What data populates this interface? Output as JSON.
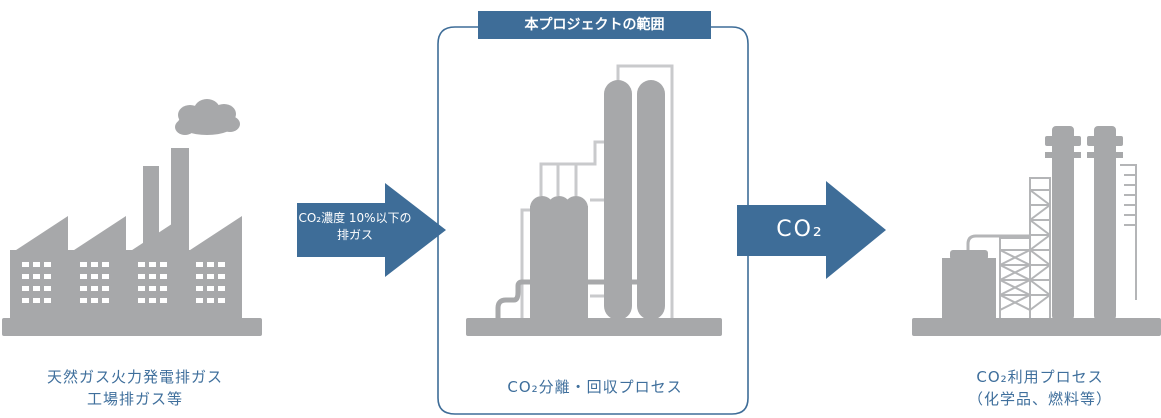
{
  "scope_label": "本プロジェクトの範囲",
  "arrow1": {
    "line1": "CO₂濃度 10%以下の",
    "line2": "排ガス"
  },
  "arrow2": {
    "text": "CO₂"
  },
  "left_caption": {
    "line1": "天然ガス火力発電排ガス",
    "line2": "工場排ガス等"
  },
  "center_caption": "CO₂分離・回収プロセス",
  "right_caption": {
    "line1": "CO₂利用プロセス",
    "line2": "（化学品、燃料等）"
  },
  "colors": {
    "accent_blue": "#3e6d98",
    "text_blue": "#3f6f9c",
    "gray": "#a7a8aa",
    "light_gray": "#c9cacc"
  }
}
